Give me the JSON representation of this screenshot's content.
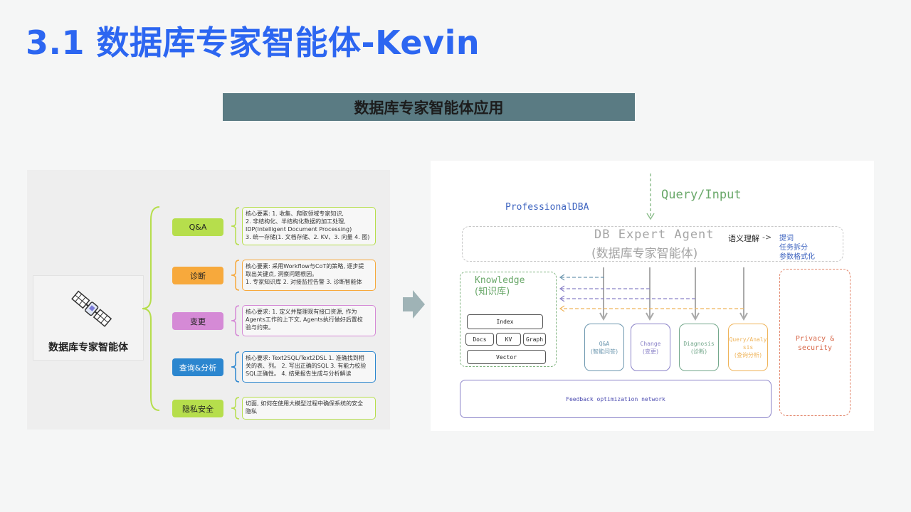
{
  "title": "3.1 数据库专家智能体-Kevin",
  "banner": "数据库专家智能体应用",
  "left": {
    "agent_label": "数据库专家智能体",
    "categories": [
      {
        "label": "Q&A",
        "color": "#b6de4c",
        "border": "#b6de4c",
        "lines": [
          "核心要素: 1. 收集、爬取领域专家知识,",
          "2. 非结构化、半结构化数据的加工处理,",
          "IDP(Intelligent Document Processing)",
          "3. 统一存储(1. 文档存储、2. KV、3. 向量 4. 图)"
        ]
      },
      {
        "label": "诊断",
        "color": "#f7a93c",
        "border": "#f7a93c",
        "lines": [
          "核心要素: 采用Workflow与CoT的策略, 逐步提",
          "取出关键点, 洞察问题根因。",
          "1. 专家知识库   2. 对接监控告警   3. 诊断智能体"
        ]
      },
      {
        "label": "变更",
        "color": "#d58ad6",
        "border": "#d58ad6",
        "lines": [
          "核心要求: 1. 定义并整理现有接口资源, 作为",
          "Agents工作的上下文, Agents执行做好后置校",
          "验与约束。"
        ]
      },
      {
        "label": "查询&分析",
        "color": "#2b86cf",
        "border": "#2b86cf",
        "lines": [
          "核心要求: Text2SQL/Text2DSL   1. 准确找到相",
          "关的表、列。 2. 写出正确的SQL  3. 有能力校验",
          "SQL正确性。 4. 结果报告生成与分析解读"
        ]
      },
      {
        "label": "隐私安全",
        "color": "#b6de4c",
        "border": "#b6de4c",
        "lines": [
          "切面, 如何在使用大模型过程中确保系统的安全",
          "隐私"
        ]
      }
    ]
  },
  "right": {
    "query_input": "Query/Input",
    "professional_dba": "ProfessionalDBA",
    "agent_en": "DB Expert Agent",
    "agent_cn": "(数据库专家智能体)",
    "semantic": "语义理解",
    "semantic_arrow": "->",
    "semantic_items": [
      "提词",
      "任务拆分",
      "参数格式化"
    ],
    "knowledge_title": "Knowledge",
    "knowledge_cn": "(知识库)",
    "kb_index": "Index",
    "kb_docs": "Docs",
    "kb_kv": "KV",
    "kb_graph": "Graph",
    "kb_vector": "Vector",
    "caps": [
      {
        "en": "Q&A",
        "cn": "(智能问答)",
        "color": "#6e98b0"
      },
      {
        "en": "Change",
        "cn": "(变更)",
        "color": "#8a82c8"
      },
      {
        "en": "Diagnosis",
        "cn": "(诊断)",
        "color": "#74a88c"
      },
      {
        "en": "Query/Analy sis",
        "cn": "(查询分析)",
        "color": "#efb45a"
      }
    ],
    "privacy": "Privacy & security",
    "feedback": "Feedback optimization network"
  }
}
